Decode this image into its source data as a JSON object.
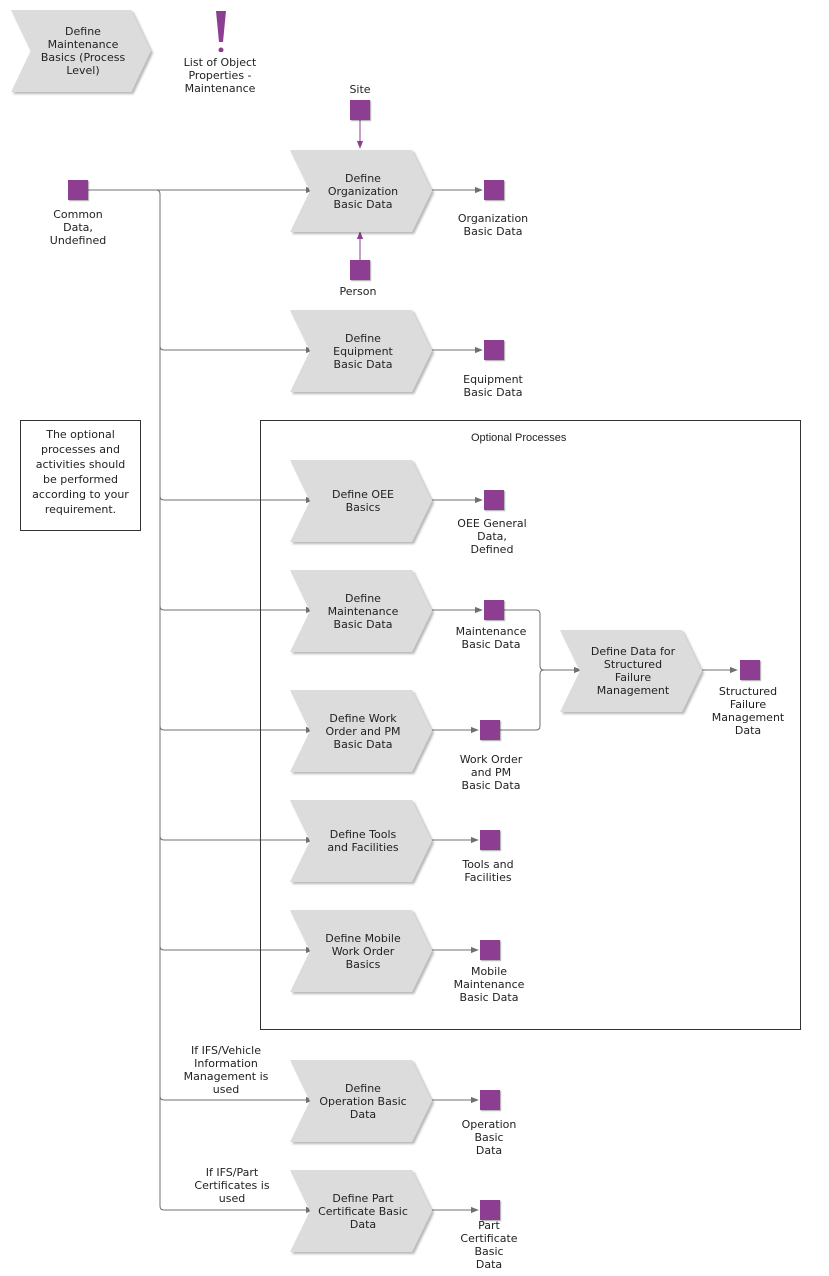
{
  "processes": {
    "define_maintenance_basics": "Define\nMaintenance\nBasics (Process\nLevel)",
    "define_organization": "Define\nOrganization\nBasic Data",
    "define_equipment": "Define\nEquipment\nBasic Data",
    "define_oee": "Define OEE\nBasics",
    "define_maintenance": "Define\nMaintenance\nBasic Data",
    "define_work_order": "Define Work\nOrder and PM\nBasic Data",
    "define_structured_failure": "Define Data for\nStructured\nFailure\nManagement",
    "define_tools": "Define Tools\nand Facilities",
    "define_mobile": "Define Mobile\nWork Order\nBasics",
    "define_operation": "Define\nOperation Basic\nData",
    "define_part_certificate": "Define Part\nCertificate Basic\nData"
  },
  "objects": {
    "list_of_object_properties": "List of Object\nProperties -\nMaintenance",
    "site": "Site",
    "common_data": "Common\nData,\nUndefined",
    "organization_basic_data": "Organization\nBasic Data",
    "person": "Person",
    "equipment_basic_data": "Equipment\nBasic Data",
    "oee_general_data": "OEE General\nData,\nDefined",
    "maintenance_basic_data": "Maintenance\nBasic Data",
    "work_order_pm_basic_data": "Work Order\nand PM\nBasic Data",
    "structured_failure_data": "Structured\nFailure\nManagement\nData",
    "tools_facilities": "Tools and\nFacilities",
    "mobile_maintenance_basic_data": "Mobile\nMaintenance\nBasic Data",
    "operation_basic_data": "Operation\nBasic\nData",
    "part_certificate_basic_data": "Part\nCertificate\nBasic\nData"
  },
  "note": "The optional\nprocesses and\nactivities should\nbe performed\naccording to your\nrequirement.",
  "group_title": "Optional Processes",
  "conditions": {
    "vehicle": "If IFS/Vehicle\nInformation\nManagement is\nused",
    "part_certificates": "If IFS/Part\nCertificates is\nused"
  },
  "colors": {
    "object": "#8d3e92",
    "process": "#dcdcdc",
    "connector": "#707070"
  }
}
